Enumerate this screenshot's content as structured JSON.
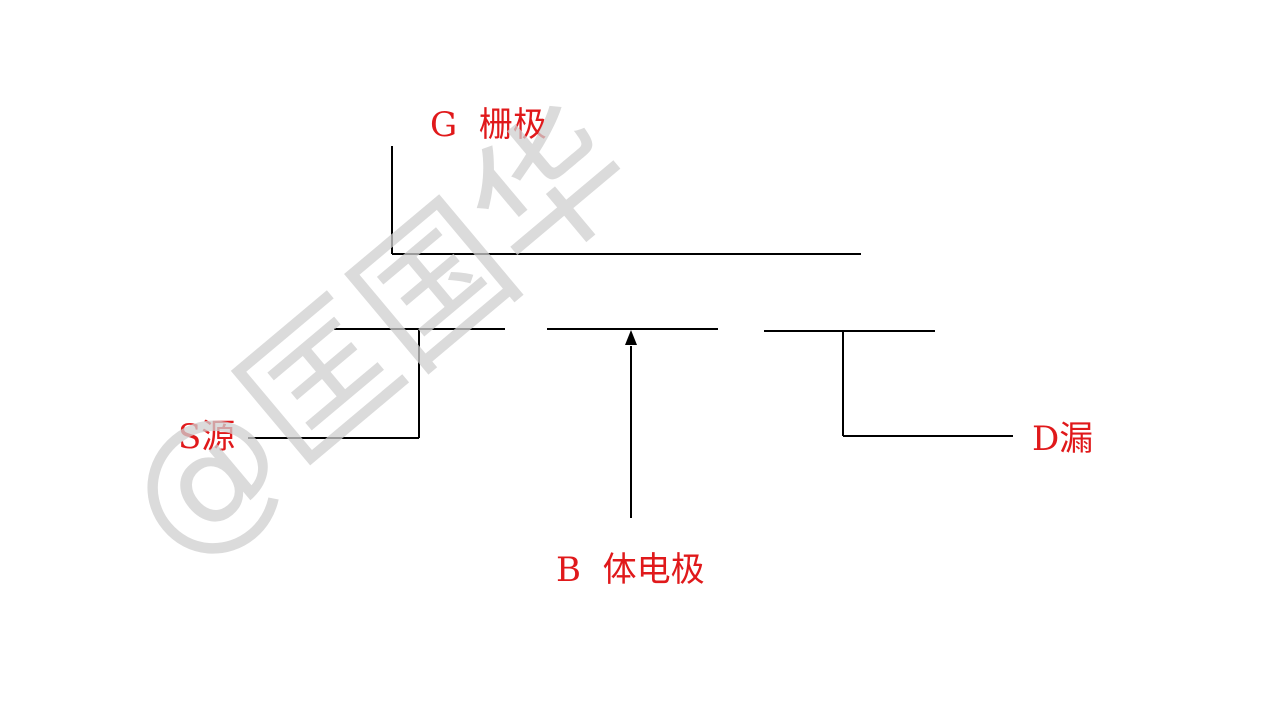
{
  "labels": {
    "gate": "G  栅极",
    "source": "S源",
    "drain": "D漏",
    "body": "B  体电极"
  },
  "watermark": "@匡国华",
  "colors": {
    "label": "#e0191b",
    "line": "#000000",
    "watermark": "#cfcfcf"
  }
}
